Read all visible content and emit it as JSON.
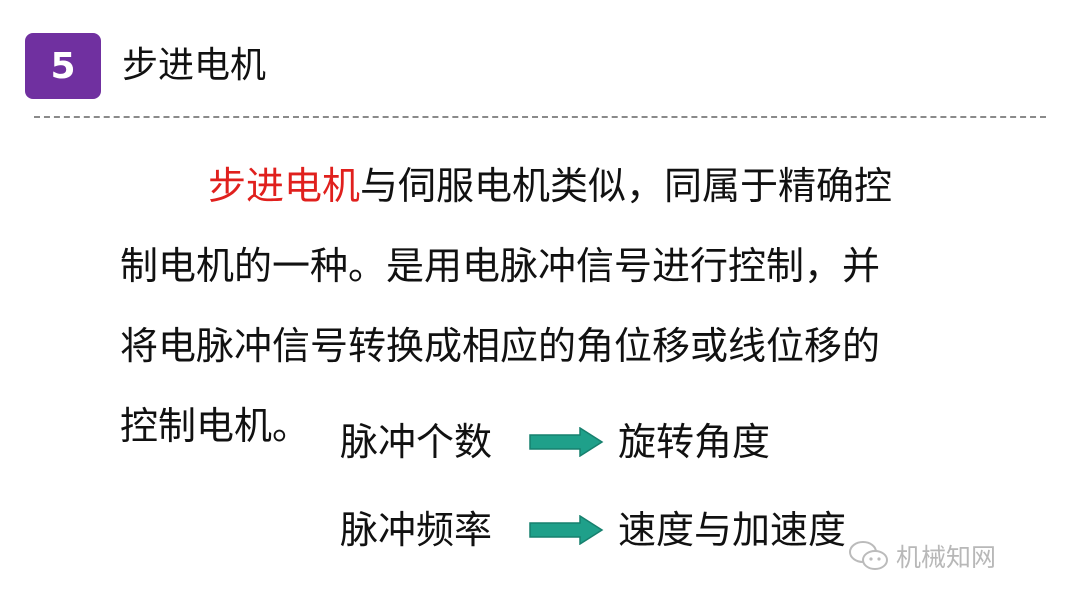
{
  "header": {
    "section_number": "5",
    "title": "步进电机",
    "badge_color": "#7030a0"
  },
  "body": {
    "highlight": "步进电机",
    "highlight_color": "#e0201d",
    "line1_rest": "与伺服电机类似，同属于精确控",
    "line2": "制电机的一种。是用电脉冲信号进行控制，并",
    "line3": "将电脉冲信号转换成相应的角位移或线位移的",
    "line4": "控制电机。"
  },
  "relations": [
    {
      "from": "脉冲个数",
      "arrow": "arrow-right-icon",
      "to": "旋转角度"
    },
    {
      "from": "脉冲频率",
      "arrow": "arrow-right-icon",
      "to": "速度与加速度"
    }
  ],
  "arrow_color": "#1fa08a",
  "watermark": {
    "icon": "wechat-icon",
    "text": "机械知网"
  }
}
